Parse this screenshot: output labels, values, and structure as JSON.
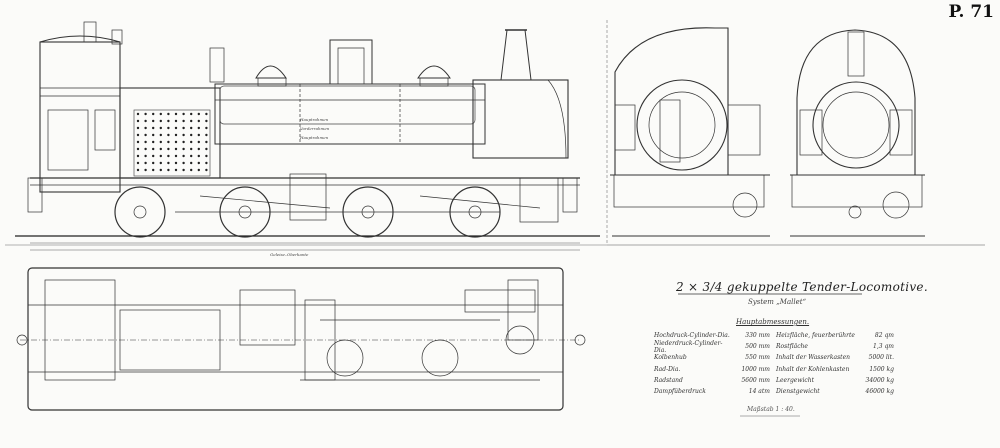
{
  "plate_number": "P. 71",
  "title": "2 × 3/4 gekuppelte Tender-Locomotive.",
  "subtitle": "System „Mallet“",
  "dimensions_heading": "Hauptabmessungen.",
  "dimensions": [
    {
      "label": "Hochdruck-Cylinder-Dia.",
      "value": "330 mm",
      "label2": "Heizfläche, feuerberührte",
      "value2": "82 qm"
    },
    {
      "label": "Niederdruck-Cylinder-Dia.",
      "value": "500 mm",
      "label2": "Rostfläche",
      "value2": "1,3 qm"
    },
    {
      "label": "Kolbenhub",
      "value": "550 mm",
      "label2": "Inhalt der Wasserkasten",
      "value2": "5000 lit."
    },
    {
      "label": "Rad-Dia.",
      "value": "1000 mm",
      "label2": "Inhalt der Kohlenkasten",
      "value2": "1500 kg"
    },
    {
      "label": "Radstand",
      "value": "5600 mm",
      "label2": "Leergewicht",
      "value2": "34000 kg"
    },
    {
      "label": "Dampfüberdruck",
      "value": "14 atm",
      "label2": "Dienstgewicht",
      "value2": "46000 kg"
    }
  ],
  "scale_note": "Maßstab 1 : 40.",
  "side_view_notes": [
    "Hauptrahmen",
    "Vorderrahmen",
    "Hauptrahmen"
  ],
  "axis_note": "Geleise–Oberkante"
}
